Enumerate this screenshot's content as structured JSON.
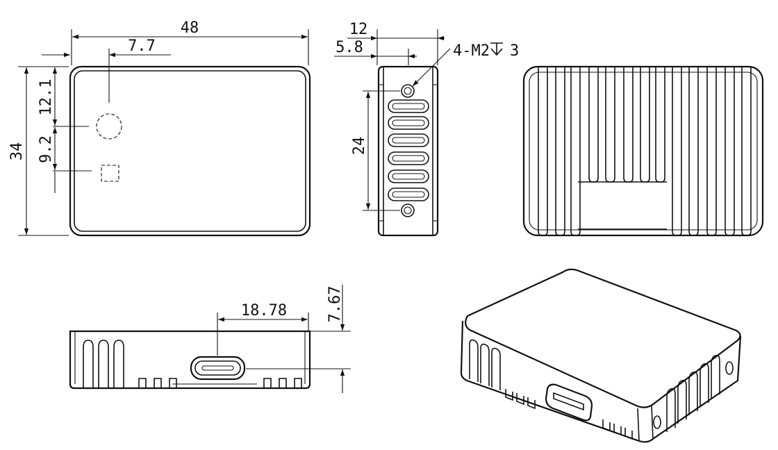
{
  "dimensions": {
    "width": "48",
    "usb_offset": "7.7",
    "height": "34",
    "usb_y_offset": "12.1",
    "led_y_offset": "9.2",
    "depth": "12",
    "depth_half": "5.8",
    "hole_spacing": "24",
    "hole_callout": "4-M2",
    "hole_depth": "3",
    "port_width": "18.78",
    "port_height": "7.67"
  },
  "colors": {
    "line": "#111111",
    "background": "#ffffff"
  }
}
